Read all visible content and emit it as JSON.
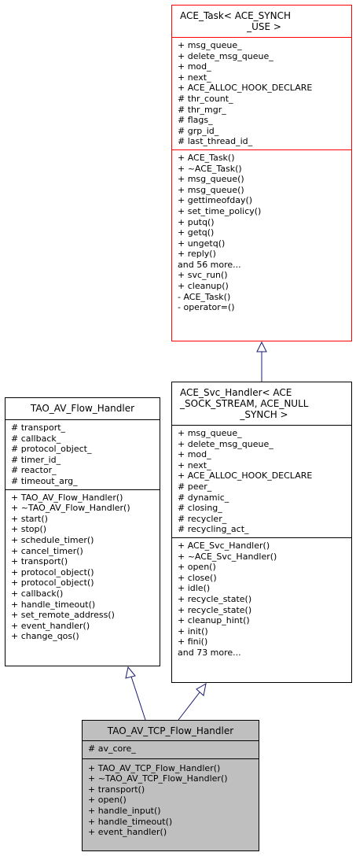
{
  "colors": {
    "focus_border": "#000000",
    "focus_fill": "#bfbfbf",
    "template_border": "#ff0000",
    "edge": "#191970"
  },
  "ace_task": {
    "title_lines": [
      "ACE_Task< ACE_SYNCH",
      "_USE >"
    ],
    "attributes": [
      "+ msg_queue_",
      "+ delete_msg_queue_",
      "+ mod_",
      "+ next_",
      "+ ACE_ALLOC_HOOK_DECLARE",
      "# thr_count_",
      "# thr_mgr_",
      "# flags_",
      "# grp_id_",
      "# last_thread_id_"
    ],
    "methods": [
      "+ ACE_Task()",
      "+ ~ACE_Task()",
      "+ msg_queue()",
      "+ msg_queue()",
      "+ gettimeofday()",
      "+ set_time_policy()",
      "+ putq()",
      "+ getq()",
      "+ ungetq()",
      "+ reply()",
      "and 56 more...",
      "+ svc_run()",
      "+ cleanup()",
      "- ACE_Task()",
      "- operator=()"
    ]
  },
  "svc_handler": {
    "title_lines": [
      "ACE_Svc_Handler< ACE",
      "_SOCK_STREAM, ACE_NULL",
      "_SYNCH >"
    ],
    "attributes": [
      "+ msg_queue_",
      "+ delete_msg_queue_",
      "+ mod_",
      "+ next_",
      "+ ACE_ALLOC_HOOK_DECLARE",
      "# peer_",
      "# dynamic_",
      "# closing_",
      "# recycler_",
      "# recycling_act_"
    ],
    "methods": [
      "+ ACE_Svc_Handler()",
      "+ ~ACE_Svc_Handler()",
      "+ open()",
      "+ close()",
      "+ idle()",
      "+ recycle_state()",
      "+ recycle_state()",
      "+ cleanup_hint()",
      "+ init()",
      "+ fini()",
      "and 73 more..."
    ]
  },
  "flow_handler": {
    "title_lines": [
      "TAO_AV_Flow_Handler"
    ],
    "attributes": [
      "# transport_",
      "# callback_",
      "# protocol_object_",
      "# timer_id_",
      "# reactor_",
      "# timeout_arg_"
    ],
    "methods": [
      "+ TAO_AV_Flow_Handler()",
      "+ ~TAO_AV_Flow_Handler()",
      "+ start()",
      "+ stop()",
      "+ schedule_timer()",
      "+ cancel_timer()",
      "+ transport()",
      "+ protocol_object()",
      "+ protocol_object()",
      "+ callback()",
      "+ handle_timeout()",
      "+ set_remote_address()",
      "+ event_handler()",
      "+ change_qos()"
    ]
  },
  "tcp_handler": {
    "title_lines": [
      "TAO_AV_TCP_Flow_Handler"
    ],
    "attributes": [
      "# av_core_"
    ],
    "methods": [
      "+ TAO_AV_TCP_Flow_Handler()",
      "+ ~TAO_AV_TCP_Flow_Handler()",
      "+ transport()",
      "+ open()",
      "+ handle_input()",
      "+ handle_timeout()",
      "+ event_handler()"
    ]
  }
}
